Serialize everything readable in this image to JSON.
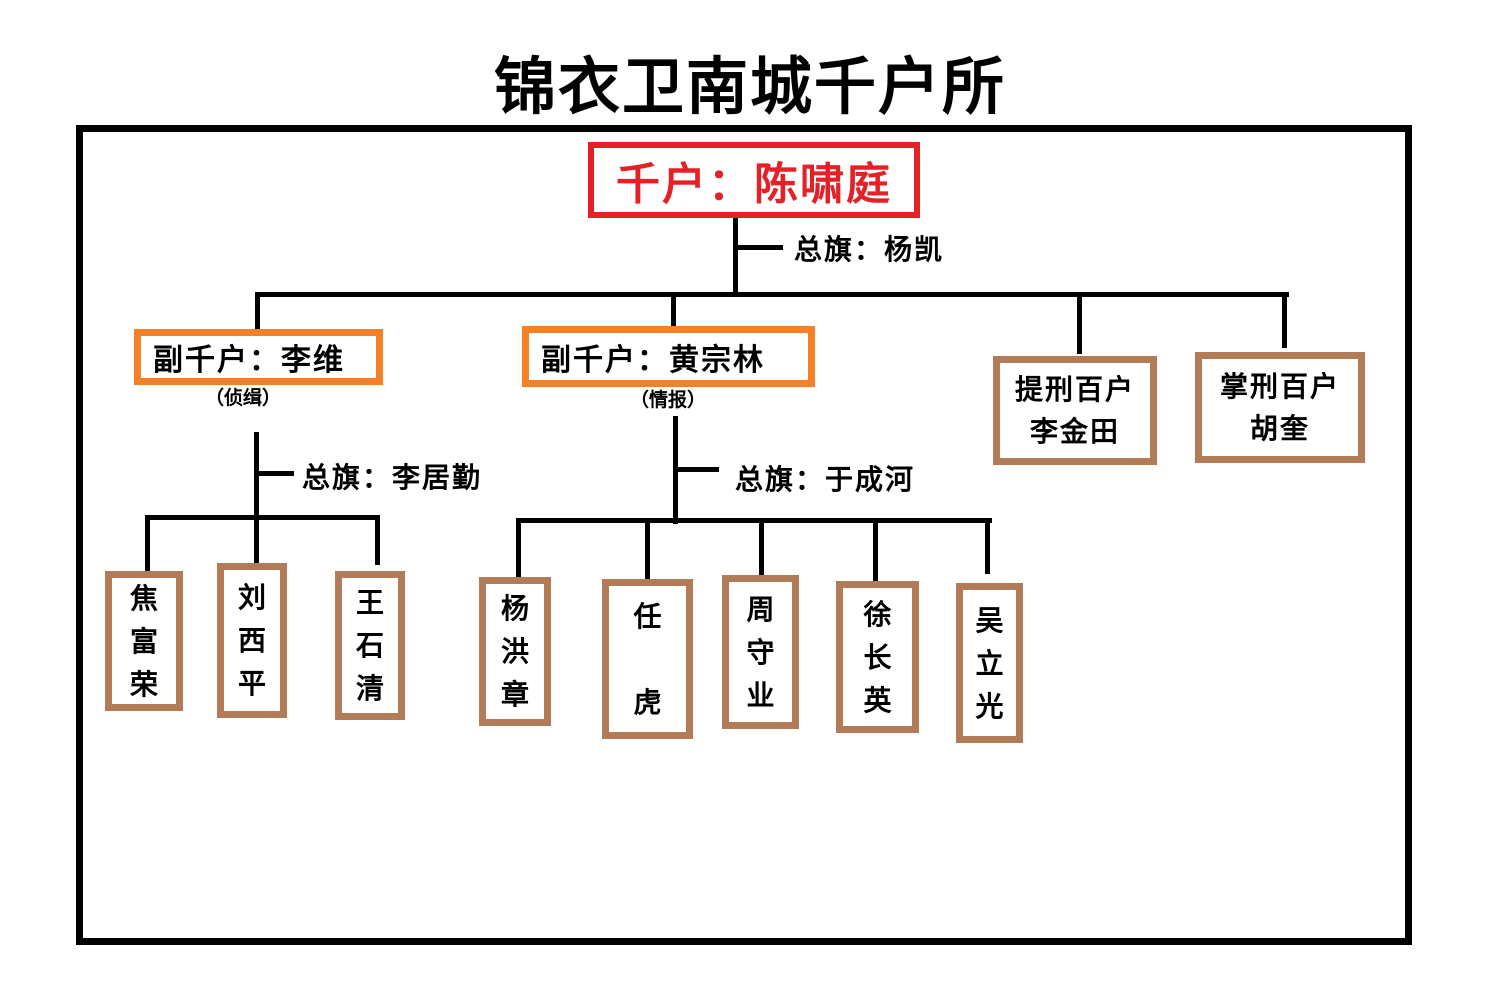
{
  "title": "锦衣卫南城千户所",
  "colors": {
    "chief_border": "#e32127",
    "deputy_border": "#f58025",
    "member_border": "#b27b57",
    "line": "#000000"
  },
  "chief": {
    "label": "千户：陈啸庭"
  },
  "chief_flag": {
    "label": "总旗：杨凯"
  },
  "deputies": [
    {
      "label": "副千户：李维",
      "note": "（侦缉）",
      "flag": "总旗：李居勤",
      "members": [
        {
          "chars": [
            "焦",
            "富",
            "荣"
          ]
        },
        {
          "chars": [
            "刘",
            "西",
            "平"
          ]
        },
        {
          "chars": [
            "王",
            "石",
            "清"
          ]
        }
      ]
    },
    {
      "label": "副千户：黄宗林",
      "note": "（情报）",
      "flag": "总旗：于成河",
      "members": [
        {
          "chars": [
            "杨",
            "洪",
            "章"
          ]
        },
        {
          "chars": [
            "任",
            "",
            "虎"
          ]
        },
        {
          "chars": [
            "周",
            "守",
            "业"
          ]
        },
        {
          "chars": [
            "徐",
            "长",
            "英"
          ]
        },
        {
          "chars": [
            "吴",
            "立",
            "光"
          ]
        }
      ]
    }
  ],
  "baihu": [
    {
      "role": "提刑百户",
      "name": "李金田"
    },
    {
      "role": "掌刑百户",
      "name": "胡奎"
    }
  ]
}
